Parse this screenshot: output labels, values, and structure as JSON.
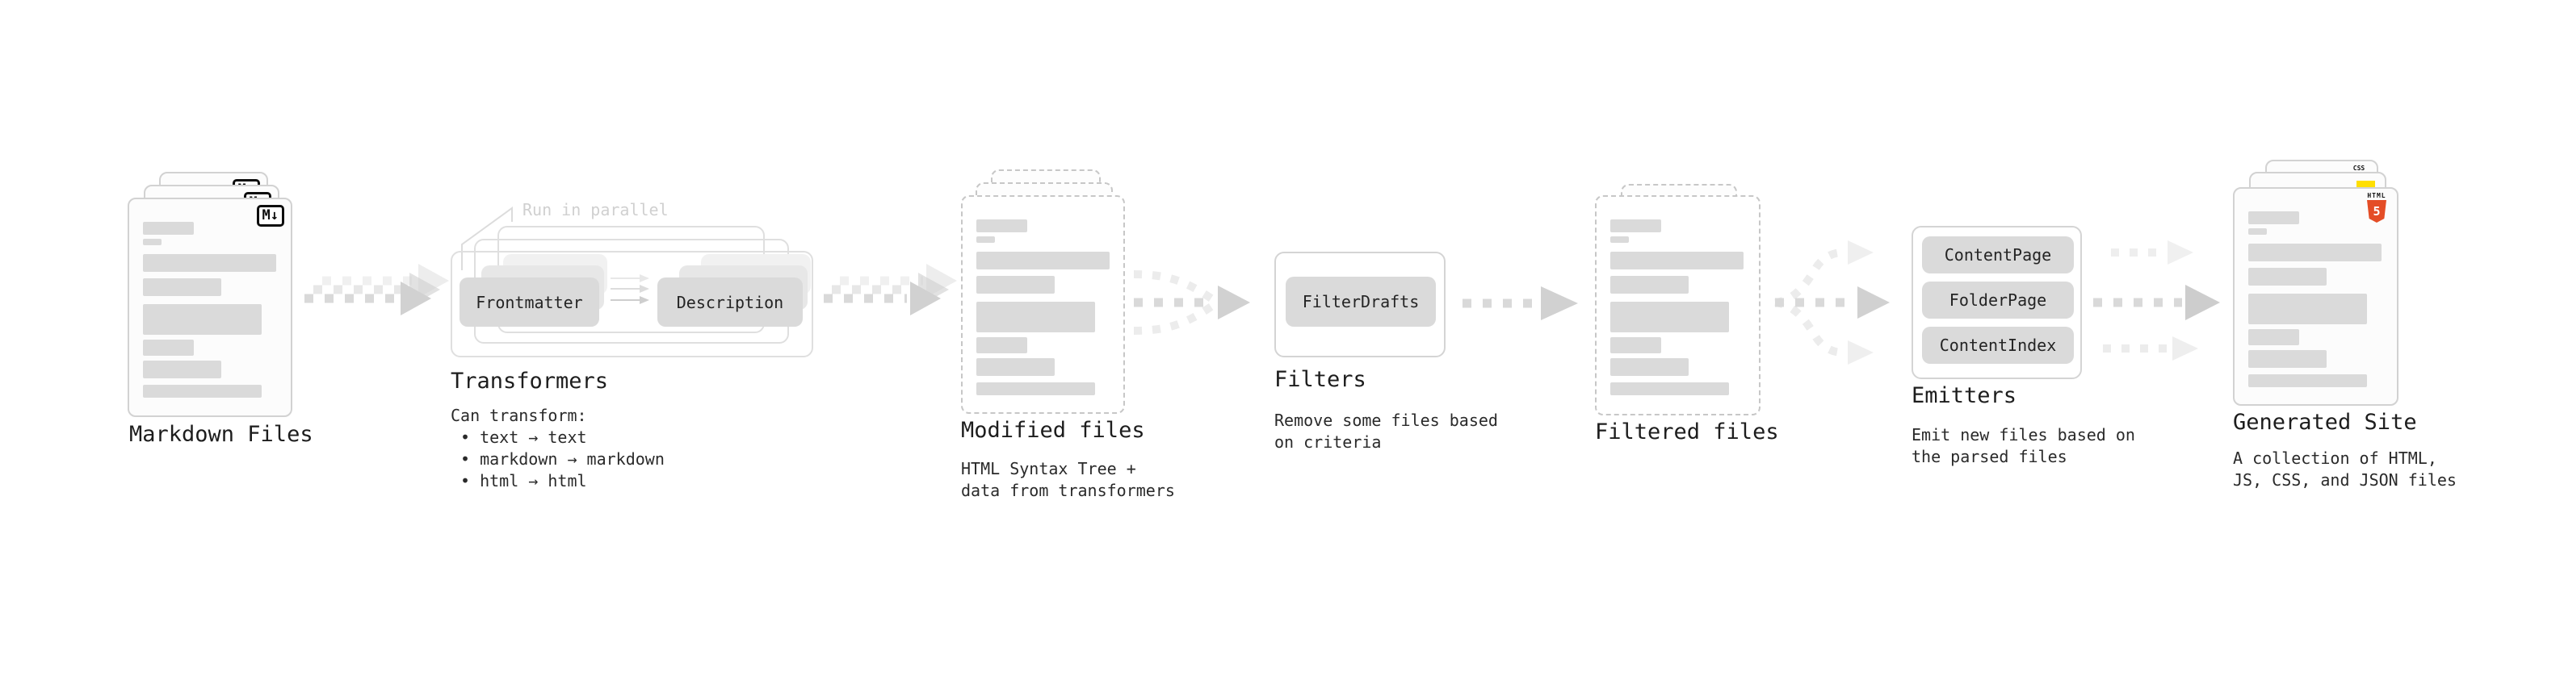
{
  "diagram": {
    "markdown_files": {
      "label": "Markdown Files",
      "badge": "M↓"
    },
    "transformers": {
      "label": "Transformers",
      "annotation": "Run in parallel",
      "subtitle": "Can transform:",
      "bullets": [
        "• text → text",
        "• markdown → markdown",
        "• html → html"
      ],
      "pills": [
        "Frontmatter",
        "Description"
      ]
    },
    "modified_files": {
      "label": "Modified files",
      "subtitle_line1": "HTML Syntax Tree +",
      "subtitle_line2": "data from transformers"
    },
    "filters": {
      "label": "Filters",
      "pill": "FilterDrafts",
      "subtitle_line1": "Remove some files based",
      "subtitle_line2": "on criteria"
    },
    "filtered_files": {
      "label": "Filtered files"
    },
    "emitters": {
      "label": "Emitters",
      "pills": [
        "ContentPage",
        "FolderPage",
        "ContentIndex"
      ],
      "subtitle_line1": "Emit new files based on",
      "subtitle_line2": "the parsed files"
    },
    "generated_site": {
      "label": "Generated Site",
      "subtitle_line1": "A collection of HTML,",
      "subtitle_line2": "JS, CSS, and JSON files",
      "badges": {
        "css_label": "CSS",
        "html_label": "HTML",
        "html_number": "5"
      }
    },
    "colors": {
      "html5_orange": "#e44d26",
      "js_yellow": "#ffdf00",
      "css_blue": "#2e6be6",
      "pill_gray": "#dadada",
      "arrow_gray": "#d9d9d9"
    }
  }
}
